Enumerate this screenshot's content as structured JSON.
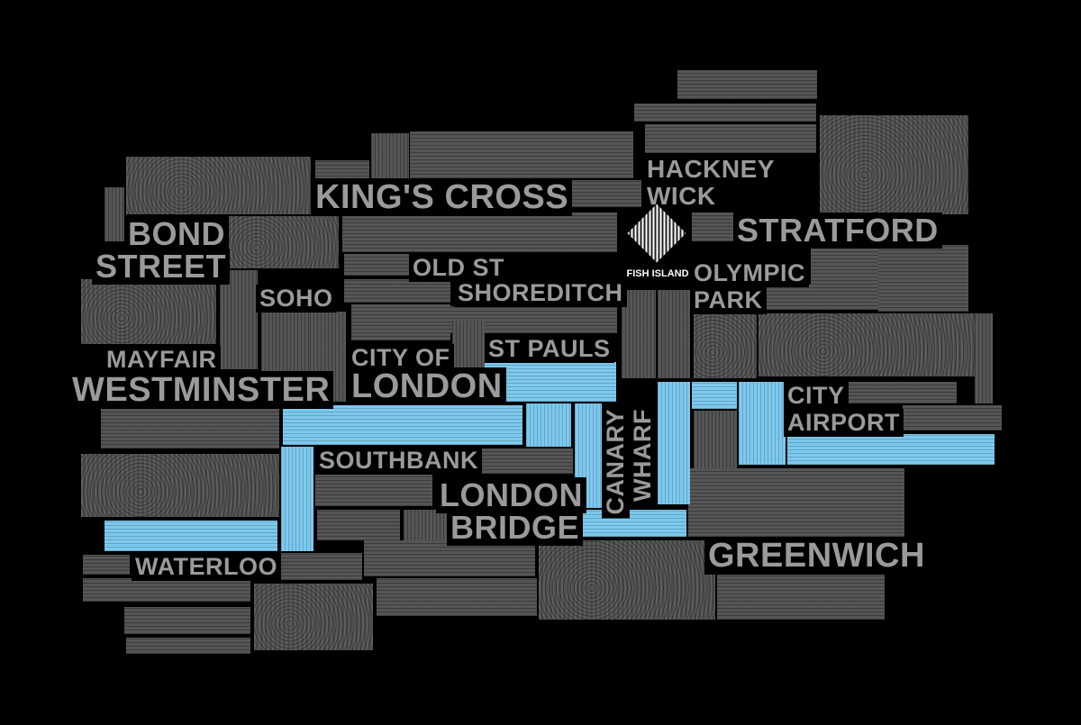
{
  "title": "London neighbourhoods block map",
  "logo": {
    "text": "FISH ISLAND",
    "icon": "fish-island-diamond-logo"
  },
  "colors": {
    "block": "#555555",
    "highlight": "#7dc9ee",
    "label": "#9a9a9a",
    "background": "#000000"
  },
  "labels": {
    "kings_cross": "KING'S CROSS",
    "hackney": "HACKNEY",
    "wick": "WICK",
    "stratford": "STRATFORD",
    "bond": "BOND",
    "street": "STREET",
    "old_st": "OLD ST",
    "shoreditch": "SHOREDITCH",
    "soho": "SOHO",
    "olympic": "OLYMPIC",
    "park": "PARK",
    "mayfair": "MAYFAIR",
    "westminster": "WESTMINSTER",
    "city_of": "CITY OF",
    "london": "LONDON",
    "st_pauls": "ST PAULS",
    "city": "CITY",
    "airport": "AIRPORT",
    "canary": "CANARY",
    "wharf": "WHARF",
    "southbank": "SOUTHBANK",
    "london2": "LONDON",
    "bridge": "BRIDGE",
    "greenwich": "GREENWICH",
    "waterloo": "WATERLOO"
  }
}
